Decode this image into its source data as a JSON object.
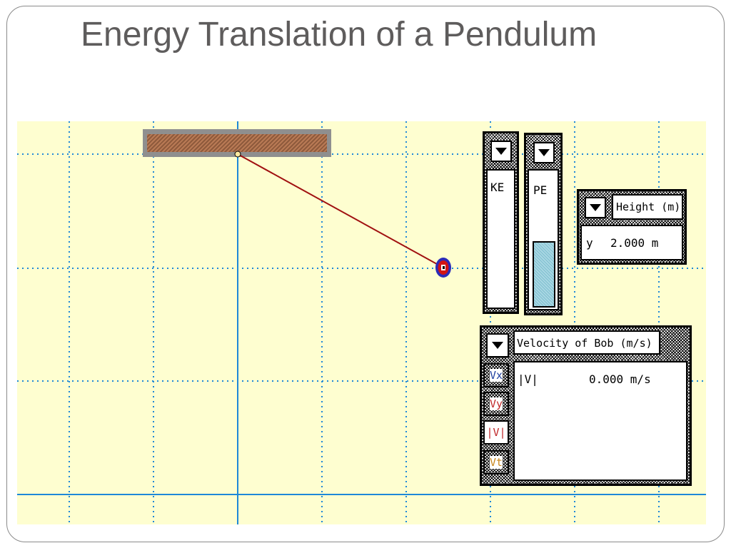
{
  "slide": {
    "title": "Energy Translation of a Pendulum"
  },
  "ke_meter": {
    "label": "KE",
    "fraction": 0.0
  },
  "pe_meter": {
    "label": "PE",
    "fraction": 0.5
  },
  "height_meter": {
    "title": "Height (m)",
    "var": "y",
    "value": "2.000 m"
  },
  "velocity_meter": {
    "title": "Velocity of Bob (m/s)",
    "readout_label": "|V|",
    "readout_value": "0.000 m/s",
    "buttons": [
      {
        "label": "Vx",
        "color": "#1f3f9f"
      },
      {
        "label": "Vy",
        "color": "#c0282a"
      },
      {
        "label": "|V|",
        "color": "#c0282a"
      },
      {
        "label": "Vt",
        "color": "#c8861b"
      }
    ]
  },
  "colors": {
    "background": "#fefed0",
    "grid": "#1e88d8",
    "rod": "#a01010",
    "bob_outer": "#2b2bb8",
    "bob_inner": "#d21414",
    "bar_fill": "#a9d7e3"
  }
}
